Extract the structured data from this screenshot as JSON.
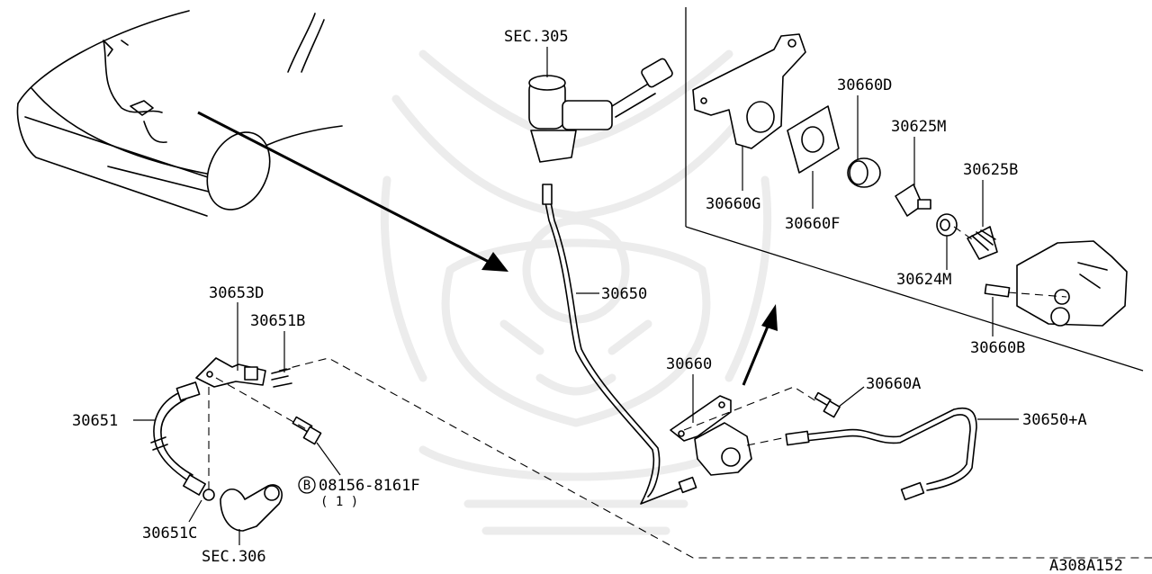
{
  "labels": {
    "sec305": "SEC.305",
    "sec306": "SEC.306",
    "p30650": "30650",
    "p30653D": "30653D",
    "p30651B": "30651B",
    "p30651": "30651",
    "p30651C": "30651C",
    "bolt_code": "08156-8161F",
    "bolt_qty": "( 1 )",
    "bolt_badge": "B",
    "p30660": "30660",
    "p30660A": "30660A",
    "p30650A": "30650+A",
    "p30660D": "30660D",
    "p30660G": "30660G",
    "p30660F": "30660F",
    "p30625M": "30625M",
    "p30625B": "30625B",
    "p30624M": "30624M",
    "p30660B": "30660B",
    "diagram_code": "A308A152"
  }
}
